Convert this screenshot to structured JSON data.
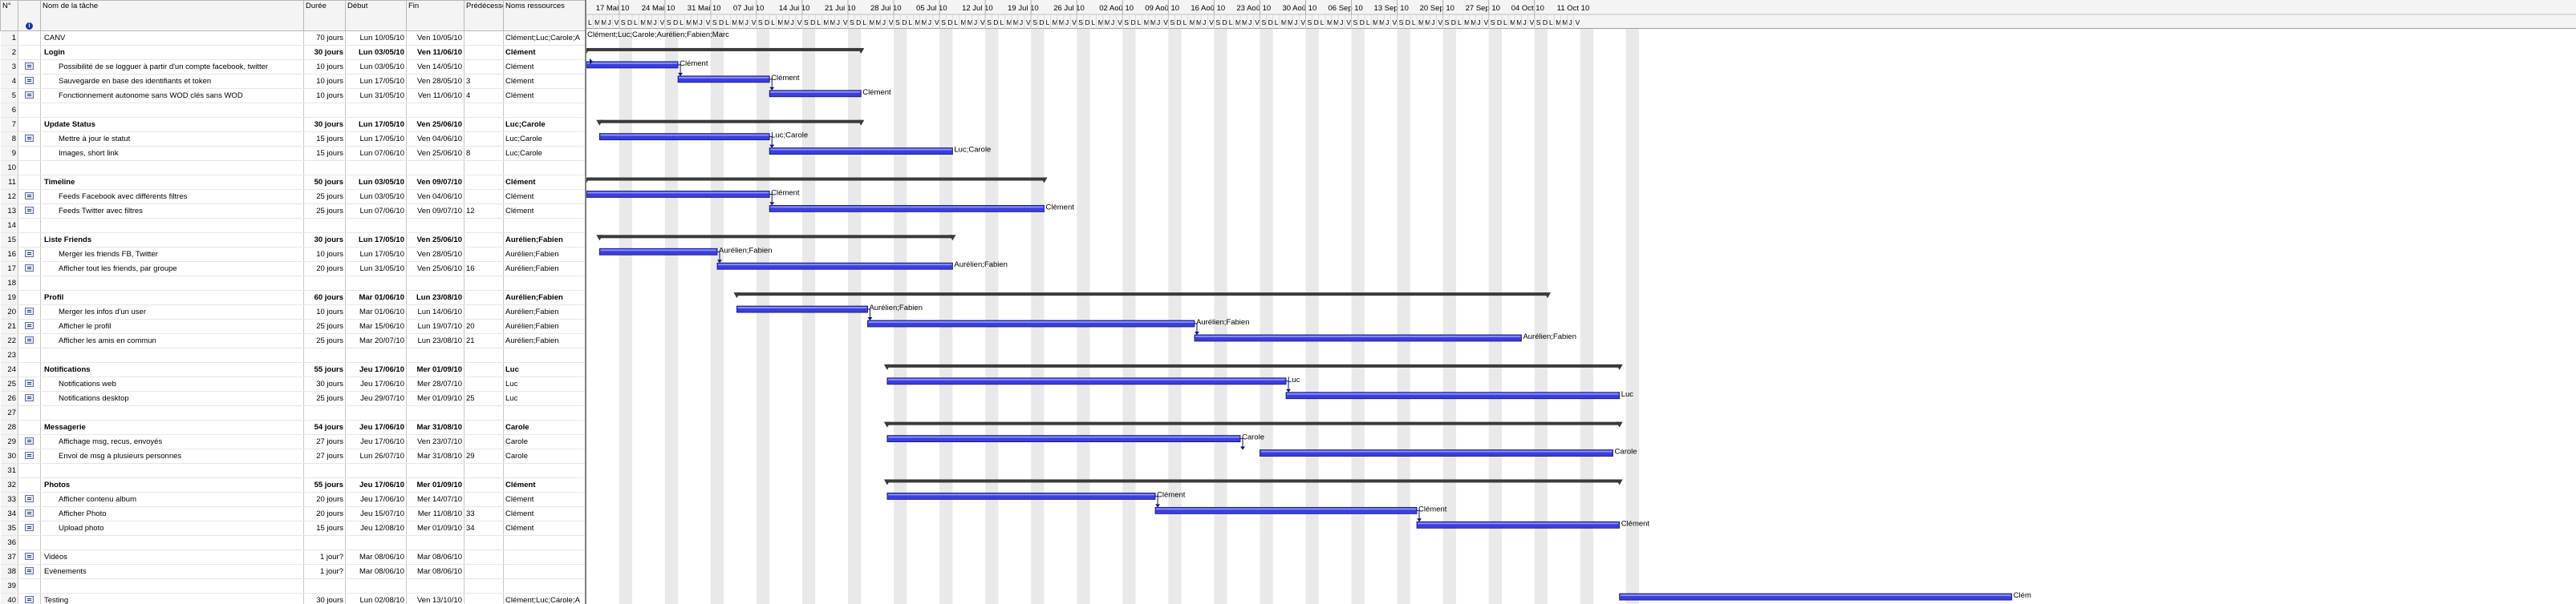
{
  "columns": {
    "num": "N°",
    "info": "i",
    "name": "Nom de la tâche",
    "duration": "Durée",
    "start": "Début",
    "finish": "Fin",
    "predecessors": "Prédécesseurs",
    "resources": "Noms ressources"
  },
  "weeks": [
    "17 Mai 10",
    "24 Mai 10",
    "31 Mai 10",
    "07 Jui 10",
    "14 Jui 10",
    "21 Jui 10",
    "28 Jui 10",
    "05 Jul 10",
    "12 Jul 10",
    "19 Jul 10",
    "26 Jul 10",
    "02 Aoû 10",
    "09 Aoû 10",
    "16 Aoû 10",
    "23 Aoû 10",
    "30 Aoû 10",
    "06 Sep 10",
    "13 Sep 10",
    "20 Sep 10",
    "27 Sep 10",
    "04 Oct 10",
    "11 Oct 10"
  ],
  "day_letters": [
    "S",
    "D",
    "L",
    "M",
    "M",
    "J",
    "V"
  ],
  "tasks": [
    {
      "num": "1",
      "name": "CANV",
      "duration": "70 jours",
      "start": "Lun 10/05/10",
      "finish": "Ven 10/05/10",
      "pred": "",
      "res": "Clément;Luc;Carole;A",
      "summary": false,
      "note": false
    },
    {
      "num": "2",
      "name": "Login",
      "duration": "30 jours",
      "start": "Lun 03/05/10",
      "finish": "Ven 11/06/10",
      "pred": "",
      "res": "Clément",
      "summary": true,
      "note": false
    },
    {
      "num": "3",
      "name": "Possibilité de se logguer à partir d'un compte facebook, twitter",
      "duration": "10 jours",
      "start": "Lun 03/05/10",
      "finish": "Ven 14/05/10",
      "pred": "",
      "res": "Clément",
      "summary": false,
      "note": true
    },
    {
      "num": "4",
      "name": "Sauvegarde en base des identifiants et token",
      "duration": "10 jours",
      "start": "Lun 17/05/10",
      "finish": "Ven 28/05/10",
      "pred": "3",
      "res": "Clément",
      "summary": false,
      "note": true
    },
    {
      "num": "5",
      "name": "Fonctionnement autonome sans WOD clés sans WOD",
      "duration": "10 jours",
      "start": "Lun 31/05/10",
      "finish": "Ven 11/06/10",
      "pred": "4",
      "res": "Clément",
      "summary": false,
      "note": true
    },
    {
      "num": "6",
      "name": "",
      "duration": "",
      "start": "",
      "finish": "",
      "pred": "",
      "res": "",
      "summary": false,
      "note": false
    },
    {
      "num": "7",
      "name": "Update Status",
      "duration": "30 jours",
      "start": "Lun 17/05/10",
      "finish": "Ven 25/06/10",
      "pred": "",
      "res": "Luc;Carole",
      "summary": true,
      "note": false
    },
    {
      "num": "8",
      "name": "Mettre à jour le statut",
      "duration": "15 jours",
      "start": "Lun 17/05/10",
      "finish": "Ven 04/06/10",
      "pred": "",
      "res": "Luc;Carole",
      "summary": false,
      "note": true
    },
    {
      "num": "9",
      "name": "Images, short link",
      "duration": "15 jours",
      "start": "Lun 07/06/10",
      "finish": "Ven 25/06/10",
      "pred": "8",
      "res": "Luc;Carole",
      "summary": false,
      "note": false
    },
    {
      "num": "10",
      "name": "",
      "duration": "",
      "start": "",
      "finish": "",
      "pred": "",
      "res": "",
      "summary": false,
      "note": false
    },
    {
      "num": "11",
      "name": "Timeline",
      "duration": "50 jours",
      "start": "Lun 03/05/10",
      "finish": "Ven 09/07/10",
      "pred": "",
      "res": "Clément",
      "summary": true,
      "note": false
    },
    {
      "num": "12",
      "name": "Feeds Facebook avec différents filtres",
      "duration": "25 jours",
      "start": "Lun 03/05/10",
      "finish": "Ven 04/06/10",
      "pred": "",
      "res": "Clément",
      "summary": false,
      "note": true
    },
    {
      "num": "13",
      "name": "Feeds Twitter avec filtres",
      "duration": "25 jours",
      "start": "Lun 07/06/10",
      "finish": "Ven 09/07/10",
      "pred": "12",
      "res": "Clément",
      "summary": false,
      "note": true
    },
    {
      "num": "14",
      "name": "",
      "duration": "",
      "start": "",
      "finish": "",
      "pred": "",
      "res": "",
      "summary": false,
      "note": false
    },
    {
      "num": "15",
      "name": "Liste Friends",
      "duration": "30 jours",
      "start": "Lun 17/05/10",
      "finish": "Ven 25/06/10",
      "pred": "",
      "res": "Aurélien;Fabien",
      "summary": true,
      "note": false
    },
    {
      "num": "16",
      "name": "Merger les friends FB, Twitter",
      "duration": "10 jours",
      "start": "Lun 17/05/10",
      "finish": "Ven 28/05/10",
      "pred": "",
      "res": "Aurélien;Fabien",
      "summary": false,
      "note": true
    },
    {
      "num": "17",
      "name": "Afficher tout les friends, par groupe",
      "duration": "20 jours",
      "start": "Lun 31/05/10",
      "finish": "Ven 25/06/10",
      "pred": "16",
      "res": "Aurélien;Fabien",
      "summary": false,
      "note": true
    },
    {
      "num": "18",
      "name": "",
      "duration": "",
      "start": "",
      "finish": "",
      "pred": "",
      "res": "",
      "summary": false,
      "note": false
    },
    {
      "num": "19",
      "name": "Profil",
      "duration": "60 jours",
      "start": "Mar 01/06/10",
      "finish": "Lun 23/08/10",
      "pred": "",
      "res": "Aurélien;Fabien",
      "summary": true,
      "note": false
    },
    {
      "num": "20",
      "name": "Merger les infos d'un user",
      "duration": "10 jours",
      "start": "Mar 01/06/10",
      "finish": "Lun 14/06/10",
      "pred": "",
      "res": "Aurélien;Fabien",
      "summary": false,
      "note": true
    },
    {
      "num": "21",
      "name": "Afficher le profil",
      "duration": "25 jours",
      "start": "Mar 15/06/10",
      "finish": "Lun 19/07/10",
      "pred": "20",
      "res": "Aurélien;Fabien",
      "summary": false,
      "note": true
    },
    {
      "num": "22",
      "name": "Afficher les amis en commun",
      "duration": "25 jours",
      "start": "Mar 20/07/10",
      "finish": "Lun 23/08/10",
      "pred": "21",
      "res": "Aurélien;Fabien",
      "summary": false,
      "note": true
    },
    {
      "num": "23",
      "name": "",
      "duration": "",
      "start": "",
      "finish": "",
      "pred": "",
      "res": "",
      "summary": false,
      "note": false
    },
    {
      "num": "24",
      "name": "Notifications",
      "duration": "55 jours",
      "start": "Jeu 17/06/10",
      "finish": "Mer 01/09/10",
      "pred": "",
      "res": "Luc",
      "summary": true,
      "note": false
    },
    {
      "num": "25",
      "name": "Notifications web",
      "duration": "30 jours",
      "start": "Jeu 17/06/10",
      "finish": "Mer 28/07/10",
      "pred": "",
      "res": "Luc",
      "summary": false,
      "note": true
    },
    {
      "num": "26",
      "name": "Notifications desktop",
      "duration": "25 jours",
      "start": "Jeu 29/07/10",
      "finish": "Mer 01/09/10",
      "pred": "25",
      "res": "Luc",
      "summary": false,
      "note": true
    },
    {
      "num": "27",
      "name": "",
      "duration": "",
      "start": "",
      "finish": "",
      "pred": "",
      "res": "",
      "summary": false,
      "note": false
    },
    {
      "num": "28",
      "name": "Messagerie",
      "duration": "54 jours",
      "start": "Jeu 17/06/10",
      "finish": "Mar 31/08/10",
      "pred": "",
      "res": "Carole",
      "summary": true,
      "note": false
    },
    {
      "num": "29",
      "name": "Affichage msg, recus, envoyés",
      "duration": "27 jours",
      "start": "Jeu 17/06/10",
      "finish": "Ven 23/07/10",
      "pred": "",
      "res": "Carole",
      "summary": false,
      "note": true
    },
    {
      "num": "30",
      "name": "Envoi de msg à plusieurs personnes",
      "duration": "27 jours",
      "start": "Lun 26/07/10",
      "finish": "Mar 31/08/10",
      "pred": "29",
      "res": "Carole",
      "summary": false,
      "note": true
    },
    {
      "num": "31",
      "name": "",
      "duration": "",
      "start": "",
      "finish": "",
      "pred": "",
      "res": "",
      "summary": false,
      "note": false
    },
    {
      "num": "32",
      "name": "Photos",
      "duration": "55 jours",
      "start": "Jeu 17/06/10",
      "finish": "Mer 01/09/10",
      "pred": "",
      "res": "Clément",
      "summary": true,
      "note": false
    },
    {
      "num": "33",
      "name": "Afficher contenu album",
      "duration": "20 jours",
      "start": "Jeu 17/06/10",
      "finish": "Mer 14/07/10",
      "pred": "",
      "res": "Clément",
      "summary": false,
      "note": true
    },
    {
      "num": "34",
      "name": "Afficher Photo",
      "duration": "20 jours",
      "start": "Jeu 15/07/10",
      "finish": "Mer 11/08/10",
      "pred": "33",
      "res": "Clément",
      "summary": false,
      "note": true
    },
    {
      "num": "35",
      "name": "Upload photo",
      "duration": "15 jours",
      "start": "Jeu 12/08/10",
      "finish": "Mer 01/09/10",
      "pred": "34",
      "res": "Clément",
      "summary": false,
      "note": true
    },
    {
      "num": "36",
      "name": "",
      "duration": "",
      "start": "",
      "finish": "",
      "pred": "",
      "res": "",
      "summary": false,
      "note": false
    },
    {
      "num": "37",
      "name": "Vidéos",
      "duration": "1 jour?",
      "start": "Mar 08/06/10",
      "finish": "Mar 08/06/10",
      "pred": "",
      "res": "",
      "summary": false,
      "note": true
    },
    {
      "num": "38",
      "name": "Evènements",
      "duration": "1 jour?",
      "start": "Mar 08/06/10",
      "finish": "Mar 08/06/10",
      "pred": "",
      "res": "",
      "summary": false,
      "note": true
    },
    {
      "num": "39",
      "name": "",
      "duration": "",
      "start": "",
      "finish": "",
      "pred": "",
      "res": "",
      "summary": false,
      "note": false
    },
    {
      "num": "40",
      "name": "Testing",
      "duration": "30 jours",
      "start": "Lun 02/08/10",
      "finish": "Ven 13/10/10",
      "pred": "",
      "res": "Clément;Luc;Carole;A",
      "summary": false,
      "note": true
    }
  ],
  "bar_labels": {
    "row1": "Clément;Luc;Carole;Aurélien;Fabien;Marc",
    "row3": "Clément",
    "row4": "Clément",
    "row5": "Clément",
    "row8": "Luc;Carole",
    "row9": "Luc;Carole",
    "row12": "Clément",
    "row13": "Clément",
    "row16": "Aurélien;Fabien",
    "row17": "Aurélien;Fabien",
    "row20": "Aurélien;Fabien",
    "row21": "Aurélien;Fabien",
    "row22": "Aurélien;Fabien",
    "row25": "Luc",
    "row26": "Luc",
    "row29": "Carole",
    "row30": "Carole",
    "row33": "Clément",
    "row34": "Clément",
    "row35": "Clément",
    "row40": "Clém"
  },
  "bars": [
    {
      "row": 3,
      "start": 0,
      "end": 14,
      "kind": "task",
      "label": "row3"
    },
    {
      "row": 4,
      "start": 14,
      "end": 28,
      "kind": "task",
      "label": "row4"
    },
    {
      "row": 5,
      "start": 28,
      "end": 42,
      "kind": "task",
      "label": "row5"
    },
    {
      "row": 2,
      "start": 0,
      "end": 42,
      "kind": "summary"
    },
    {
      "row": 7,
      "start": 2,
      "end": 42,
      "kind": "summary"
    },
    {
      "row": 8,
      "start": 2,
      "end": 28,
      "kind": "task",
      "label": "row8"
    },
    {
      "row": 9,
      "start": 28,
      "end": 56,
      "kind": "task",
      "label": "row9"
    },
    {
      "row": 11,
      "start": 0,
      "end": 70,
      "kind": "summary"
    },
    {
      "row": 12,
      "start": 0,
      "end": 28,
      "kind": "task",
      "label": "row12"
    },
    {
      "row": 13,
      "start": 28,
      "end": 70,
      "kind": "task",
      "label": "row13"
    },
    {
      "row": 15,
      "start": 2,
      "end": 56,
      "kind": "summary"
    },
    {
      "row": 16,
      "start": 2,
      "end": 20,
      "kind": "task",
      "label": "row16"
    },
    {
      "row": 17,
      "start": 20,
      "end": 56,
      "kind": "task",
      "label": "row17"
    },
    {
      "row": 19,
      "start": 23,
      "end": 147,
      "kind": "summary"
    },
    {
      "row": 20,
      "start": 23,
      "end": 43,
      "kind": "task",
      "label": "row20"
    },
    {
      "row": 21,
      "start": 43,
      "end": 93,
      "kind": "task",
      "label": "row21"
    },
    {
      "row": 22,
      "start": 93,
      "end": 143,
      "kind": "task",
      "label": "row22"
    },
    {
      "row": 24,
      "start": 46,
      "end": 158,
      "kind": "summary"
    },
    {
      "row": 25,
      "start": 46,
      "end": 107,
      "kind": "task",
      "label": "row25"
    },
    {
      "row": 26,
      "start": 107,
      "end": 158,
      "kind": "task",
      "label": "row26"
    },
    {
      "row": 28,
      "start": 46,
      "end": 158,
      "kind": "summary"
    },
    {
      "row": 29,
      "start": 46,
      "end": 100,
      "kind": "task",
      "label": "row29"
    },
    {
      "row": 30,
      "start": 103,
      "end": 157,
      "kind": "task",
      "label": "row30"
    },
    {
      "row": 32,
      "start": 46,
      "end": 158,
      "kind": "summary"
    },
    {
      "row": 33,
      "start": 46,
      "end": 87,
      "kind": "task",
      "label": "row33"
    },
    {
      "row": 34,
      "start": 87,
      "end": 127,
      "kind": "task",
      "label": "row34"
    },
    {
      "row": 35,
      "start": 127,
      "end": 158,
      "kind": "task",
      "label": "row35"
    },
    {
      "row": 40,
      "start": 158,
      "end": 218,
      "kind": "task",
      "label": "row40"
    }
  ],
  "links": [
    [
      3,
      4
    ],
    [
      4,
      5
    ],
    [
      8,
      9
    ],
    [
      12,
      13
    ],
    [
      16,
      17
    ],
    [
      20,
      21
    ],
    [
      21,
      22
    ],
    [
      25,
      26
    ],
    [
      29,
      30
    ],
    [
      33,
      34
    ],
    [
      34,
      35
    ]
  ]
}
